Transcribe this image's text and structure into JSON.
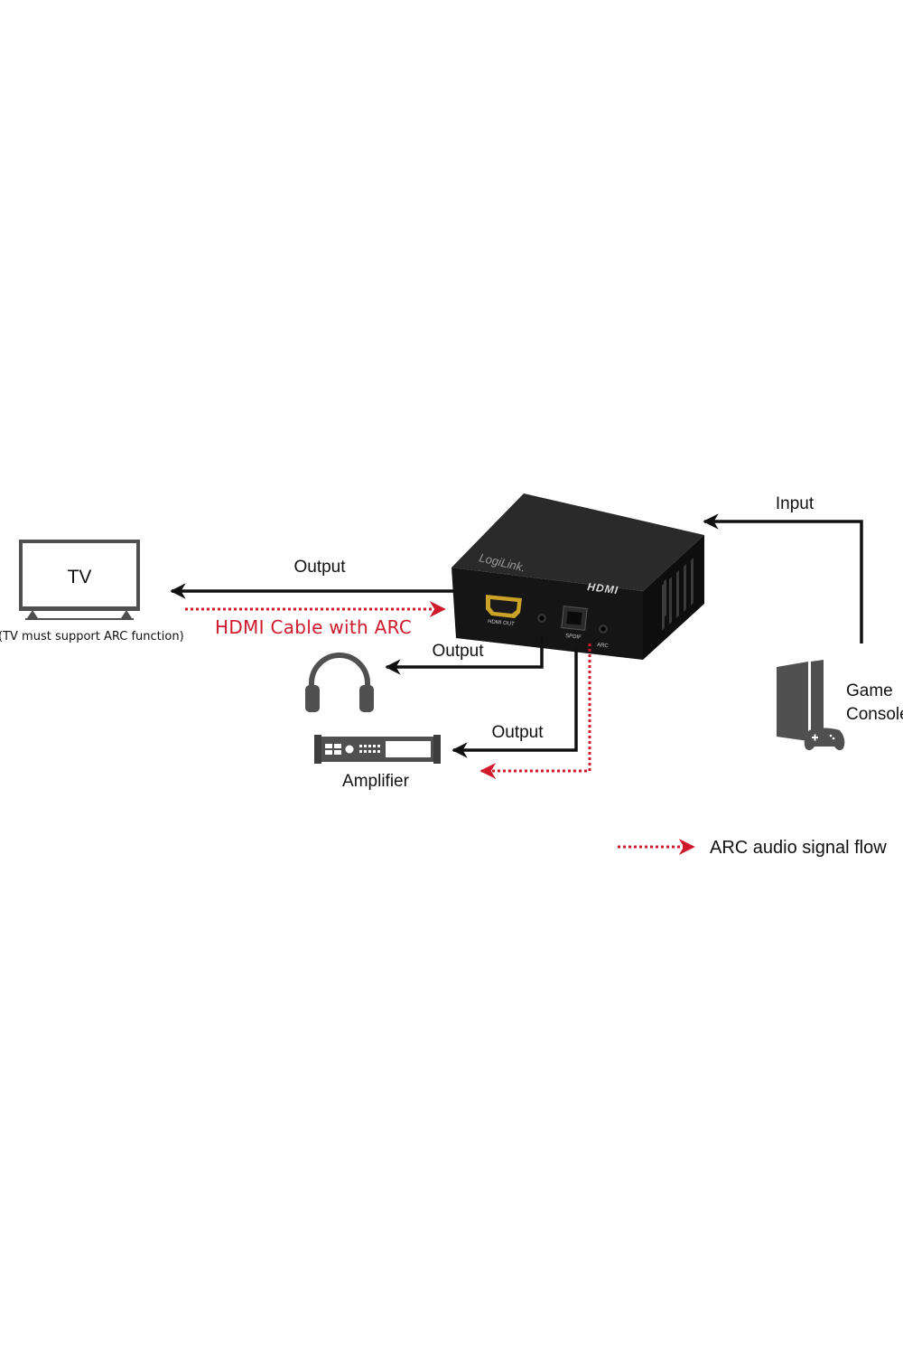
{
  "colors": {
    "line": "#111111",
    "arc": "#d0192b",
    "device_body": "#1c1c1c",
    "icon_gray": "#505050",
    "hdmi_gold": "#c9a227"
  },
  "labels": {
    "tv": "TV",
    "tv_note": "(TV must support ARC function)",
    "output_tv": "Output",
    "hdmi_cable_arc": "HDMI Cable with ARC",
    "output_headphones": "Output",
    "output_amplifier": "Output",
    "amplifier": "Amplifier",
    "input": "Input",
    "game_console_line1": "Game",
    "game_console_line2": "Console",
    "legend": "ARC audio signal flow"
  },
  "device": {
    "brand": "LogiLink.",
    "hdmi_logo": "HDMI",
    "port_hdmi_out": "HDMI OUT",
    "port_spdif": "SPDIF",
    "port_arc": "ARC"
  },
  "icons": {
    "tv": "tv-icon",
    "headphones": "headphones-icon",
    "amplifier": "amplifier-icon",
    "game_console": "game-console-icon",
    "gamepad": "gamepad-icon"
  }
}
